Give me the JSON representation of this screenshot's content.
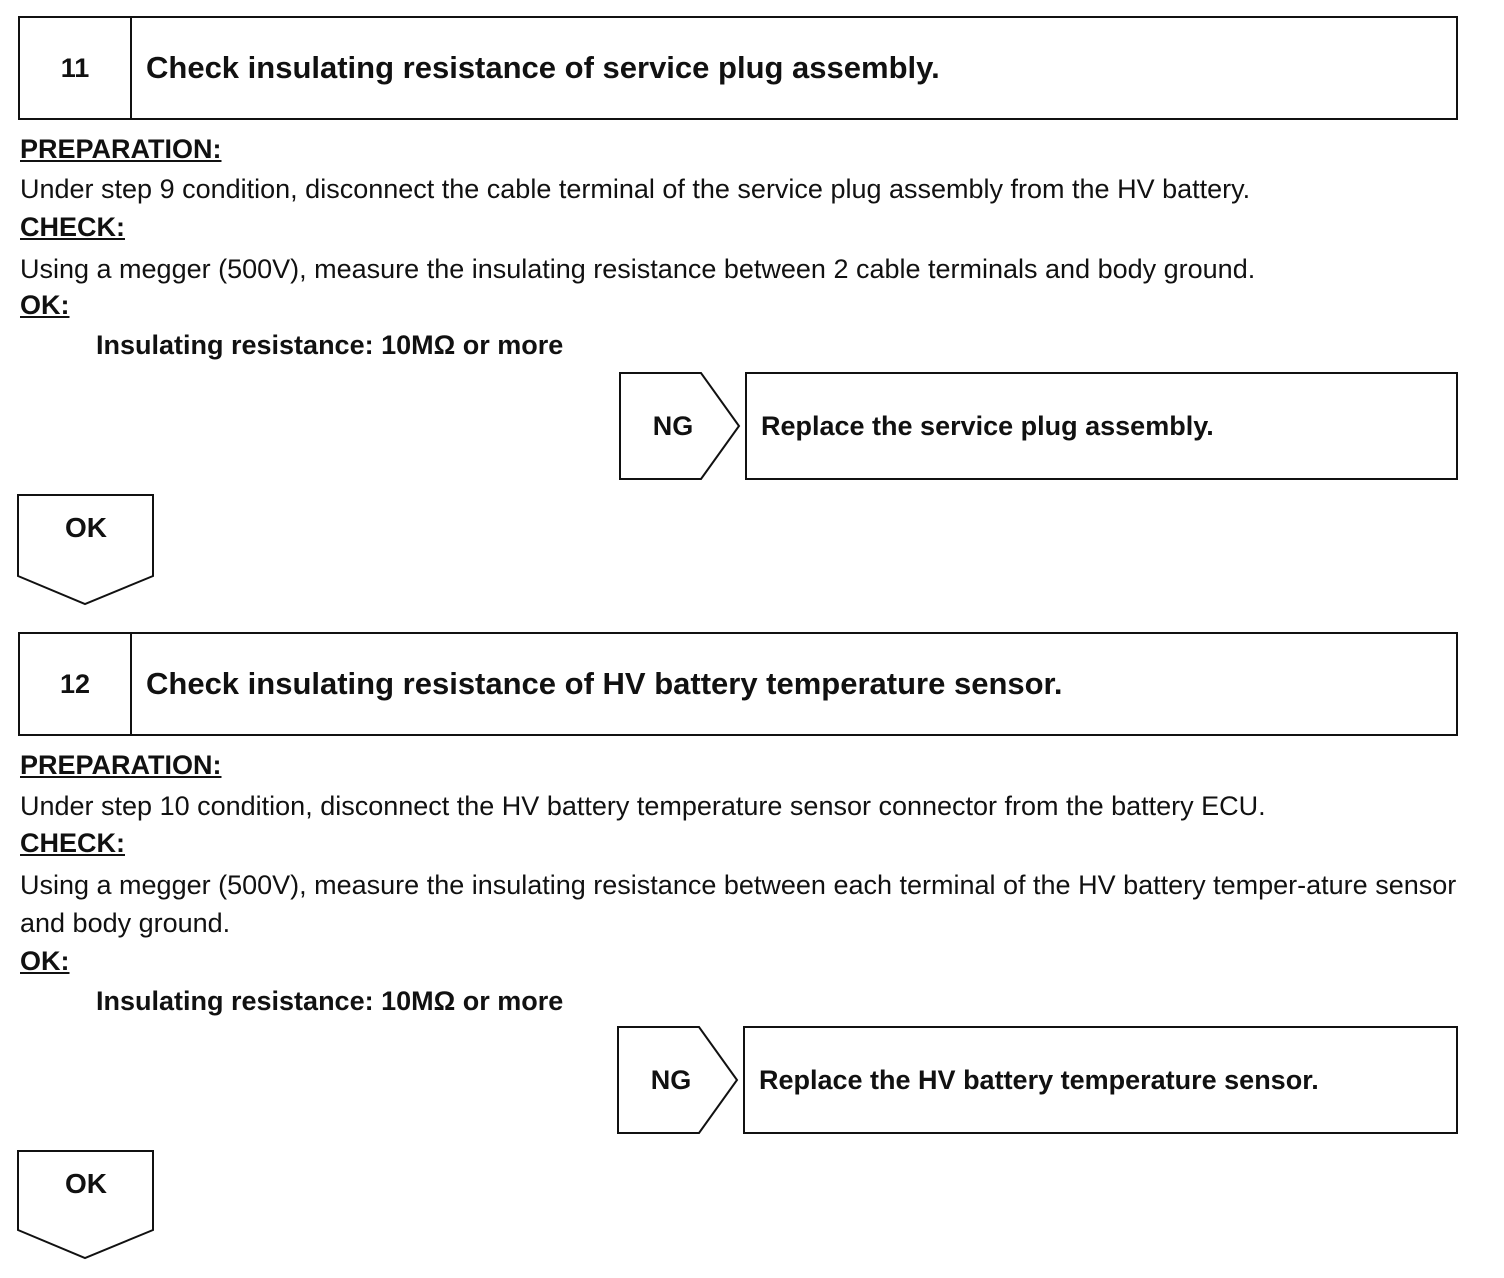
{
  "steps": [
    {
      "number": "11",
      "title": "Check insulating resistance of service plug assembly.",
      "preparation_heading": "PREPARATION:",
      "preparation_text": "Under step 9 condition, disconnect the cable terminal of the service plug assembly from the HV battery.",
      "check_heading": "CHECK:",
      "check_text": "Using a megger (500V), measure the insulating resistance between 2 cable terminals and body ground.",
      "ok_heading": "OK:",
      "ok_spec": "Insulating resistance: 10MΩ or more",
      "ng_label": "NG",
      "ng_action": "Replace the service plug assembly.",
      "ok_label": "OK"
    },
    {
      "number": "12",
      "title": "Check insulating resistance of HV battery temperature sensor.",
      "preparation_heading": "PREPARATION:",
      "preparation_text": "Under step 10 condition, disconnect the HV battery temperature sensor connector from the battery ECU.",
      "check_heading": "CHECK:",
      "check_text": "Using a megger (500V), measure the insulating resistance between each terminal of the HV battery temper-ature sensor and body ground.",
      "ok_heading": "OK:",
      "ok_spec": "Insulating resistance: 10MΩ or more",
      "ng_label": "NG",
      "ng_action": "Replace the HV battery temperature sensor.",
      "ok_label": "OK"
    }
  ]
}
